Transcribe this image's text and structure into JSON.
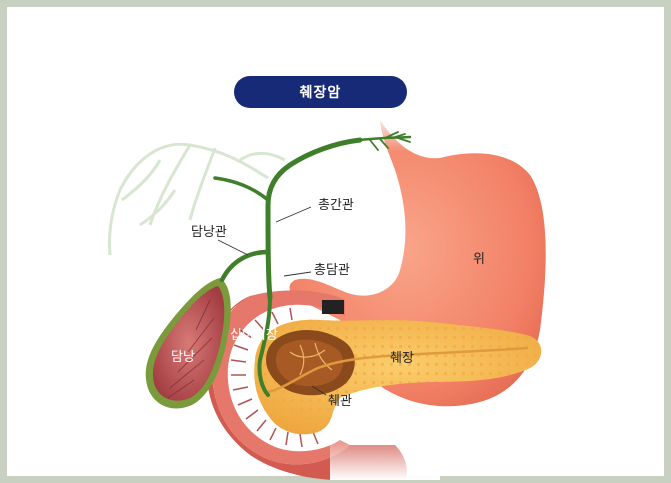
{
  "title": "췌장암",
  "labels": {
    "common_hepatic_duct": "총간관",
    "cystic_duct": "담낭관",
    "common_bile_duct": "총담관",
    "stomach": "위",
    "duodenum": "십이지장",
    "gallbladder": "담낭",
    "pancreas": "췌장",
    "pancreatic_duct": "췌관"
  },
  "colors": {
    "background_border": "#c8d0c2",
    "title_pill": "#172a78",
    "stomach": "#f48b70",
    "pancreas": "#f6b650",
    "gallbladder": "#b64a4e",
    "bile_duct": "#3f7f2a",
    "duodenum": "#c4403e"
  }
}
